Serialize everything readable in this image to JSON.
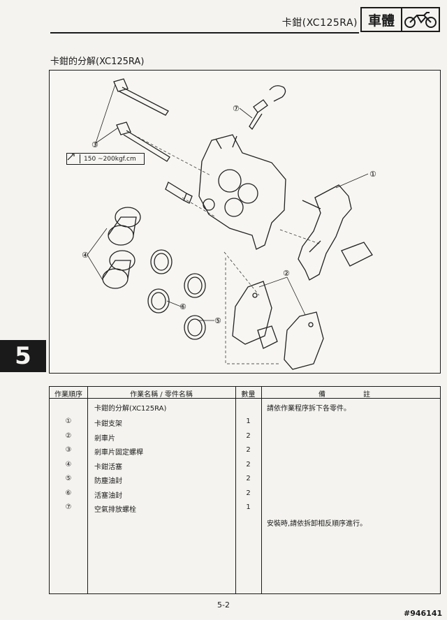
{
  "header": {
    "title": "卡鉗(XC125RA)",
    "section_label": "車體",
    "section_icon": "motorcycle-icon"
  },
  "section_title": "卡鉗的分解(XC125RA)",
  "figure": {
    "callouts": [
      "①",
      "②",
      "③",
      "④",
      "⑤",
      "⑥",
      "⑦"
    ],
    "torque_icon": "wrench-torque-icon",
    "torque_value": "150 ~200kgf.cm"
  },
  "chapter_tab": "5",
  "table": {
    "headers": {
      "order": "作業順序",
      "name": "作業名稱 / 零件名稱",
      "qty": "數量",
      "remarks_1": "備",
      "remarks_2": "註"
    },
    "title_row": {
      "name": "卡鉗的分解(XC125RA)",
      "remark": "請依作業程序拆下各零件。"
    },
    "rows": [
      {
        "order": "①",
        "name": "卡鉗支架",
        "qty": "1"
      },
      {
        "order": "②",
        "name": "剎車片",
        "qty": "2"
      },
      {
        "order": "③",
        "name": "剎車片固定螺桿",
        "qty": "2"
      },
      {
        "order": "④",
        "name": "卡鉗活塞",
        "qty": "2"
      },
      {
        "order": "⑤",
        "name": "防塵油封",
        "qty": "2"
      },
      {
        "order": "⑥",
        "name": "活塞油封",
        "qty": "2"
      },
      {
        "order": "⑦",
        "name": "空氣排放螺栓",
        "qty": "1"
      }
    ],
    "install_note": "安裝時,請依拆卸相反順序進行。"
  },
  "footer": {
    "page_number": "5-2",
    "doc_code": "#946141"
  }
}
